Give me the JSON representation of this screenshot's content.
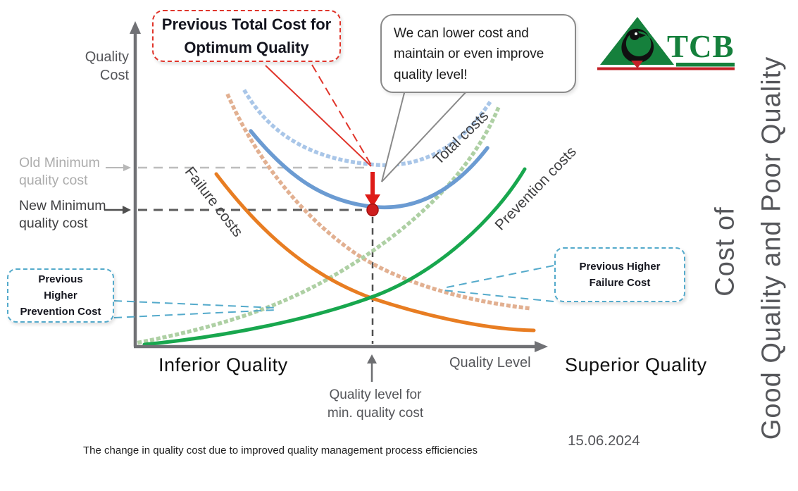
{
  "slide": {
    "date": "15.06.2024",
    "caption": "The change in quality cost due to improved quality management process efficiencies",
    "side_title_top": "Cost of",
    "side_title_bottom": "Good Quality and Poor Quality",
    "logo": {
      "text": "TCB"
    }
  },
  "chart": {
    "y_axis_label": "Quality\nCost",
    "x_axis_label": "Quality Level",
    "x_left_label": "Inferior Quality",
    "x_right_label": "Superior Quality",
    "old_min_label": "Old Minimum\nquality cost",
    "new_min_label": "New Minimum\nquality cost",
    "min_quality_level_label": "Quality level for\nmin. quality cost",
    "curve_labels": {
      "failure": "Failure costs",
      "total": "Total costs",
      "prevention": "Prevention costs"
    }
  },
  "callouts": {
    "previous_total": "Previous Total Cost for Optimum Quality",
    "lower_cost": "We can lower cost and maintain or even improve quality level!",
    "previous_prevention": "Previous\nHigher\nPrevention Cost",
    "previous_failure": "Previous Higher\nFailure Cost"
  },
  "colors": {
    "total_new": "#6b9bd2",
    "total_old": "#a9c6e8",
    "failure_new": "#e87d22",
    "failure_old": "#e2b091",
    "prevention_new": "#18a74e",
    "prevention_old": "#aed0a4",
    "axis": "#707175",
    "red_accent": "#de1b17",
    "red_callout_border": "#e0352b",
    "blue_callout_border": "#54aacb",
    "logo_green": "#15803c",
    "logo_red": "#c32127",
    "old_min_line": "#bdbdbd",
    "new_min_line": "#5c5c5c"
  },
  "chart_data": {
    "type": "line",
    "title": "Cost of Good Quality and Poor Quality",
    "xlabel": "Quality Level",
    "ylabel": "Quality Cost",
    "x_range_labels": [
      "Inferior Quality",
      "Superior Quality"
    ],
    "axes_numeric": false,
    "units": "normalized 0-100, estimated from pixels (conceptual diagram, no numeric scale shown)",
    "grid": false,
    "legend": "labels drawn along curves",
    "series": [
      {
        "name": "Total costs (new)",
        "style": "solid",
        "color": "#6b9bd2",
        "points": [
          [
            28,
            67
          ],
          [
            41,
            49
          ],
          [
            57.5,
            42.7
          ],
          [
            75,
            50
          ],
          [
            85,
            61
          ]
        ]
      },
      {
        "name": "Total costs (previous)",
        "style": "dotted",
        "color": "#a9c6e8",
        "points": [
          [
            27,
            79
          ],
          [
            44,
            53
          ],
          [
            60,
            55.5
          ],
          [
            86,
            76
          ]
        ]
      },
      {
        "name": "Failure costs (new)",
        "style": "solid",
        "color": "#e87d22",
        "points": [
          [
            19.6,
            53.4
          ],
          [
            40.6,
            24.4
          ],
          [
            57.7,
            14.8
          ],
          [
            78,
            7
          ],
          [
            96.6,
            5
          ]
        ]
      },
      {
        "name": "Failure costs (previous)",
        "style": "dotted",
        "color": "#e2b091",
        "points": [
          [
            22.5,
            77.6
          ],
          [
            47.4,
            35.3
          ],
          [
            62.8,
            22.2
          ],
          [
            75.3,
            17.2
          ],
          [
            96,
            11.8
          ]
        ]
      },
      {
        "name": "Prevention costs (new)",
        "style": "solid",
        "color": "#18a74e",
        "points": [
          [
            2.2,
            0.7
          ],
          [
            33.8,
            6.5
          ],
          [
            58.5,
            15.7
          ],
          [
            78,
            32
          ],
          [
            94.4,
            54.9
          ]
        ]
      },
      {
        "name": "Prevention costs (previous)",
        "style": "dotted",
        "color": "#aed0a4",
        "points": [
          [
            1,
            1.3
          ],
          [
            33.8,
            12
          ],
          [
            57.7,
            23.3
          ],
          [
            76.5,
            53.8
          ],
          [
            88,
            74
          ]
        ]
      }
    ],
    "markers": [
      {
        "name": "New optimum (red dot)",
        "x": 57.5,
        "y": 42.3
      },
      {
        "name": "Previous optimum (red arrow start)",
        "x": 57.5,
        "y": 55.3
      }
    ],
    "reference_lines": [
      {
        "name": "Old Minimum quality cost",
        "axis": "y",
        "value": 55.3,
        "style": "dashed",
        "color": "#bdbdbd"
      },
      {
        "name": "New Minimum quality cost",
        "axis": "y",
        "value": 42.3,
        "style": "dashed",
        "color": "#5c5c5c"
      },
      {
        "name": "Quality level for min. quality cost",
        "axis": "x",
        "value": 57.5,
        "style": "dashed",
        "color": "#4f4f4f"
      }
    ],
    "annotations": [
      "Previous Total Cost for Optimum Quality",
      "We can lower cost and maintain or even improve quality level!",
      "Previous Higher Prevention Cost",
      "Previous Higher Failure Cost",
      "Quality level for min. quality cost"
    ]
  }
}
